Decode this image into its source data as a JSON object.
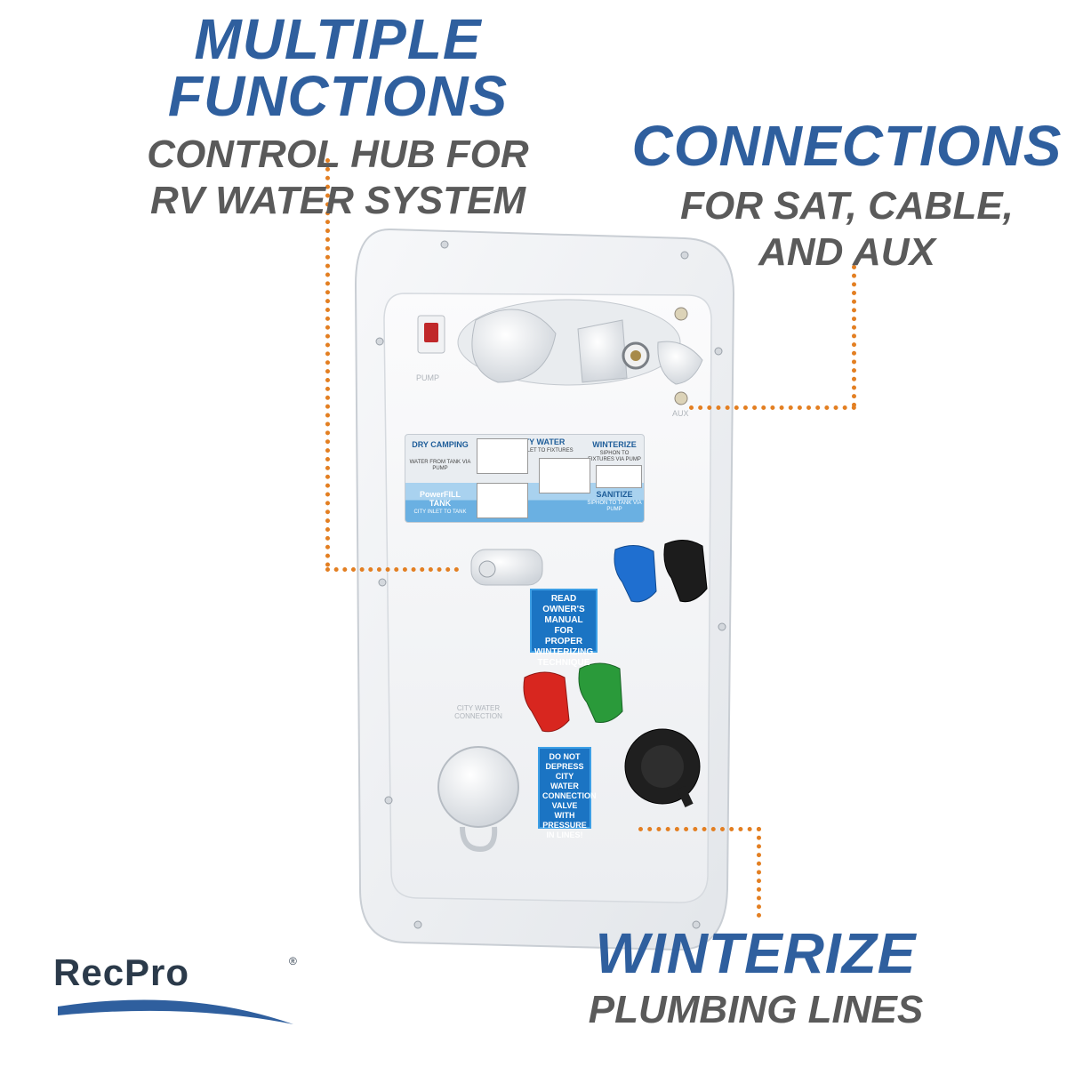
{
  "callouts": {
    "multiple": {
      "title": "MULTIPLE FUNCTIONS",
      "line1": "CONTROL HUB FOR",
      "line2": "RV WATER SYSTEM"
    },
    "connections": {
      "title": "CONNECTIONS",
      "line1": "FOR SAT, CABLE,",
      "line2": "AND AUX"
    },
    "winterize": {
      "title": "WINTERIZE",
      "line1": "PLUMBING LINES"
    }
  },
  "panel": {
    "pump_label": "PUMP",
    "aux_label": "AUX",
    "guide": {
      "dry_camping": "DRY CAMPING",
      "dry_camping_sub": "WATER FROM TANK VIA PUMP",
      "city_water": "CITY WATER",
      "city_water_sub": "CITY INLET TO FIXTURES",
      "winterize": "WINTERIZE",
      "winterize_sub": "SIPHON TO FIXTURES VIA PUMP",
      "powerfill": "PowerFILL TANK",
      "powerfill_sub": "CITY INLET TO TANK",
      "sanitize": "SANITIZE",
      "sanitize_sub": "SIPHON TO TANK VIA PUMP"
    },
    "manual_label": "READ OWNER'S MANUAL FOR PROPER WINTERIZING TECHNIQUE",
    "warning_label": "DO NOT DEPRESS CITY WATER CONNECTION VALVE WITH PRESSURE IN LINES!",
    "city_water_connection": "CITY WATER CONNECTION"
  },
  "colors": {
    "title_blue": "#2f5f9e",
    "subtitle_gray": "#5a5a5a",
    "leader_orange": "#e37f22",
    "valve_blue": "#1f6fd0",
    "valve_red": "#d8261f",
    "valve_green": "#2a9a3a",
    "valve_black": "#1c1c1c"
  },
  "brand": {
    "logo": "RecPro",
    "reg": "®"
  }
}
